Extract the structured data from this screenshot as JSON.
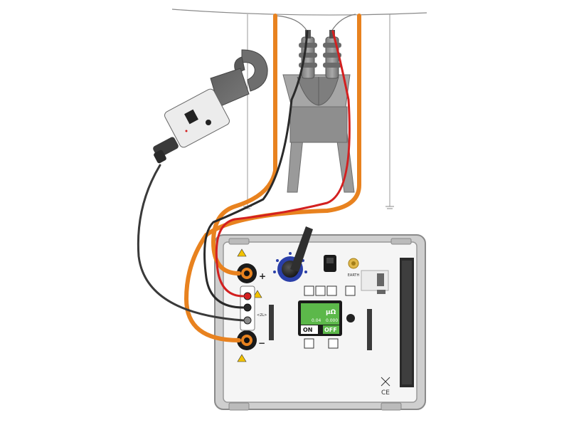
{
  "instrument": {
    "terminal_plus_label": "+",
    "terminal_minus_label": "−",
    "earth_label": "EARTH",
    "sense_label": "<2L>",
    "display": {
      "unit": "μΩ",
      "reading_left": "0.04",
      "reading_right": "0.000",
      "on_label": "ON",
      "off_label": "OFF"
    },
    "ce_mark": "CE"
  },
  "colors": {
    "orange_lead": "#E8821F",
    "red_lead": "#D32020",
    "black_lead": "#3A3A3A",
    "dark_lead": "#4A4A4A",
    "panel": "#F4F4F4",
    "frame": "#9A9A9A",
    "knob_blue": "#2A3FA8",
    "screen_green": "#5CB84A",
    "breaker_grey": "#8E8E8E",
    "clamp_grey": "#6E6E6E"
  },
  "icons": {
    "warning": "warning-triangle-icon",
    "earth": "earth-ground-icon",
    "usb": "usb-icon",
    "disposal": "crossed-bin-icon"
  }
}
